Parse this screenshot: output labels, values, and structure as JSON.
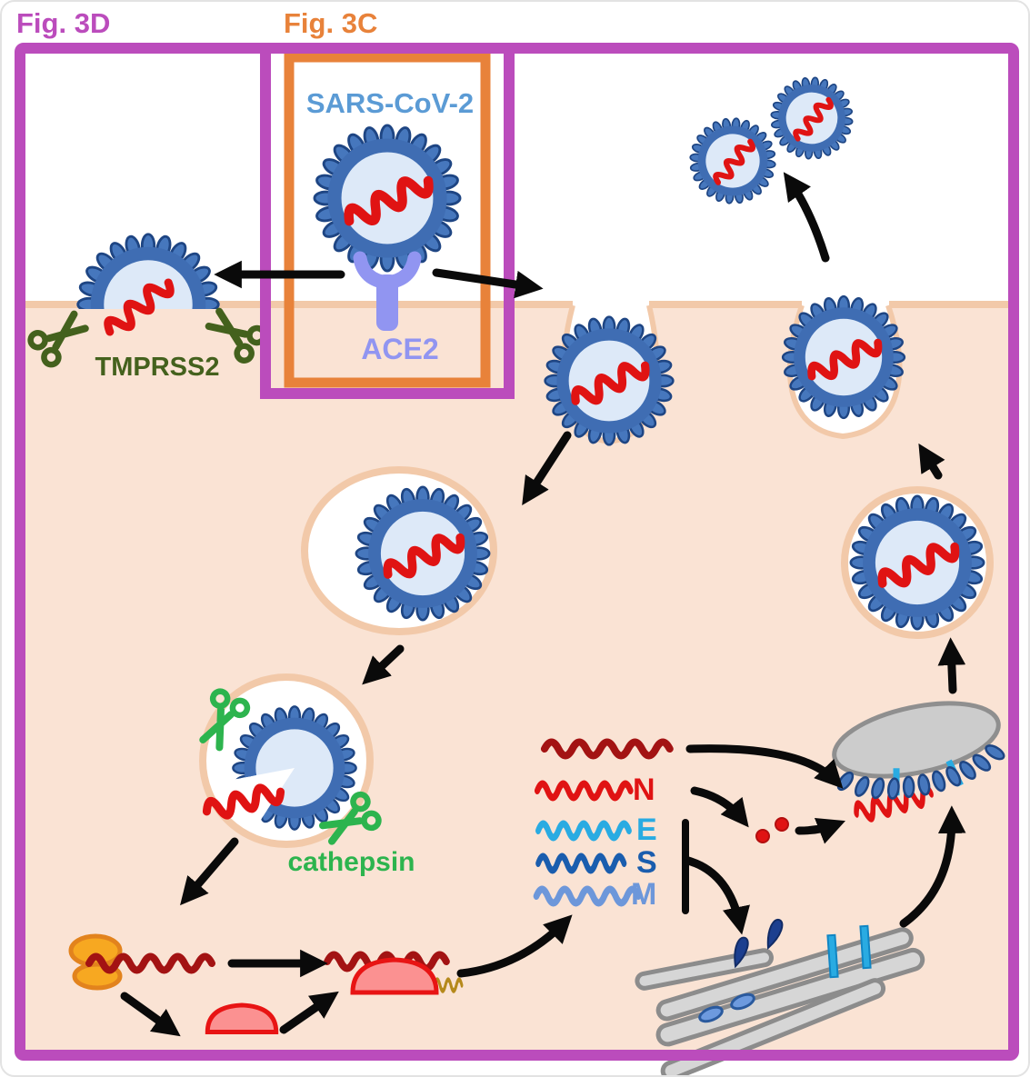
{
  "panel_labels": {
    "fig3d": "Fig. 3D",
    "fig3c": "Fig. 3C"
  },
  "entity_labels": {
    "virus": "SARS-CoV-2",
    "receptor": "ACE2",
    "membrane_protease": "TMPRSS2",
    "endosomal_protease": "cathepsin"
  },
  "viral_proteins": {
    "n": "N",
    "e": "E",
    "s": "S",
    "m": "M"
  },
  "colors": {
    "magenta": "#bb4cbc",
    "orange": "#e8823a",
    "peach": "#fae3d4",
    "membrane": "#f2c9a9",
    "spike": "#3f6db3",
    "spikeDark": "#1e4583",
    "spikeFill": "#4677bd",
    "virusBody": "#dde9f8",
    "red": "#e01313",
    "darkred": "#a31313",
    "cyan": "#29abe2",
    "dkblue": "#1a5dae",
    "mdblue": "#6d97da",
    "green": "#2db44e",
    "dkgreen": "#44611d",
    "peri": "#9195f1",
    "labelBlue": "#5b9bd5",
    "grayFill": "#d6d6d6",
    "grayStroke": "#8c8c8c",
    "ribosome": "#f7a821",
    "ribosomeStroke": "#e2831d",
    "pink": "#fb9191",
    "pinkStroke": "#e81414",
    "olive": "#b5891b",
    "black": "#0a0a0a"
  }
}
